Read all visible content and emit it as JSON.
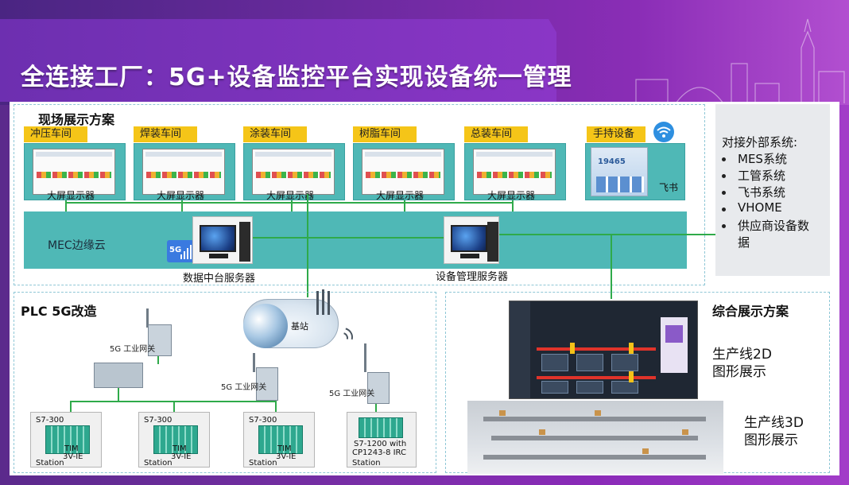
{
  "header": {
    "title": "全连接工厂：5G+设备监控平台实现设备统一管理"
  },
  "onsite": {
    "title": "现场展示方案",
    "workshops": [
      {
        "label": "冲压车间",
        "screen_label": "大屏显示器"
      },
      {
        "label": "焊装车间",
        "screen_label": "大屏显示器"
      },
      {
        "label": "涂装车间",
        "screen_label": "大屏显示器"
      },
      {
        "label": "树脂车间",
        "screen_label": "大屏显示器"
      },
      {
        "label": "总装车间",
        "screen_label": "大屏显示器"
      }
    ],
    "handheld": {
      "label": "手持设备",
      "app_label": "飞书",
      "screen_number": "19465"
    },
    "mec_label": "MEC边缘云",
    "data_server_label": "数据中台服务器",
    "device_server_label": "设备管理服务器",
    "badge_5g": "5G"
  },
  "external": {
    "title": "对接外部系统:",
    "items": [
      "MES系统",
      "工管系统",
      "飞书系统",
      "VHOME",
      "供应商设备数",
      "据"
    ]
  },
  "plc": {
    "title": "PLC 5G改造",
    "base_station": "基站",
    "gateways": [
      "5G 工业网关",
      "5G 工业网关",
      "5G 工业网关"
    ],
    "stations": [
      {
        "model": "S7-300",
        "sub1": "TIM",
        "sub2": "3V-IE",
        "name": "Station"
      },
      {
        "model": "S7-300",
        "sub1": "TIM",
        "sub2": "3V-IE",
        "name": "Station"
      },
      {
        "model": "S7-300",
        "sub1": "TIM",
        "sub2": "3V-IE",
        "name": "Station"
      },
      {
        "model": "S7-1200 with",
        "sub1": "CP1243-8 IRC",
        "sub2": "",
        "name": "Station"
      }
    ]
  },
  "integrated": {
    "title": "综合展示方案",
    "caption_2d_line1": "生产线2D",
    "caption_2d_line2": "图形展示",
    "caption_3d_line1": "生产线3D",
    "caption_3d_line2": "图形展示"
  },
  "colors": {
    "accent_teal": "#4fb8b6",
    "workshop_label_yellow": "#f5c518",
    "network_green": "#2faa4a",
    "header_purple": "#6d2fb0"
  }
}
